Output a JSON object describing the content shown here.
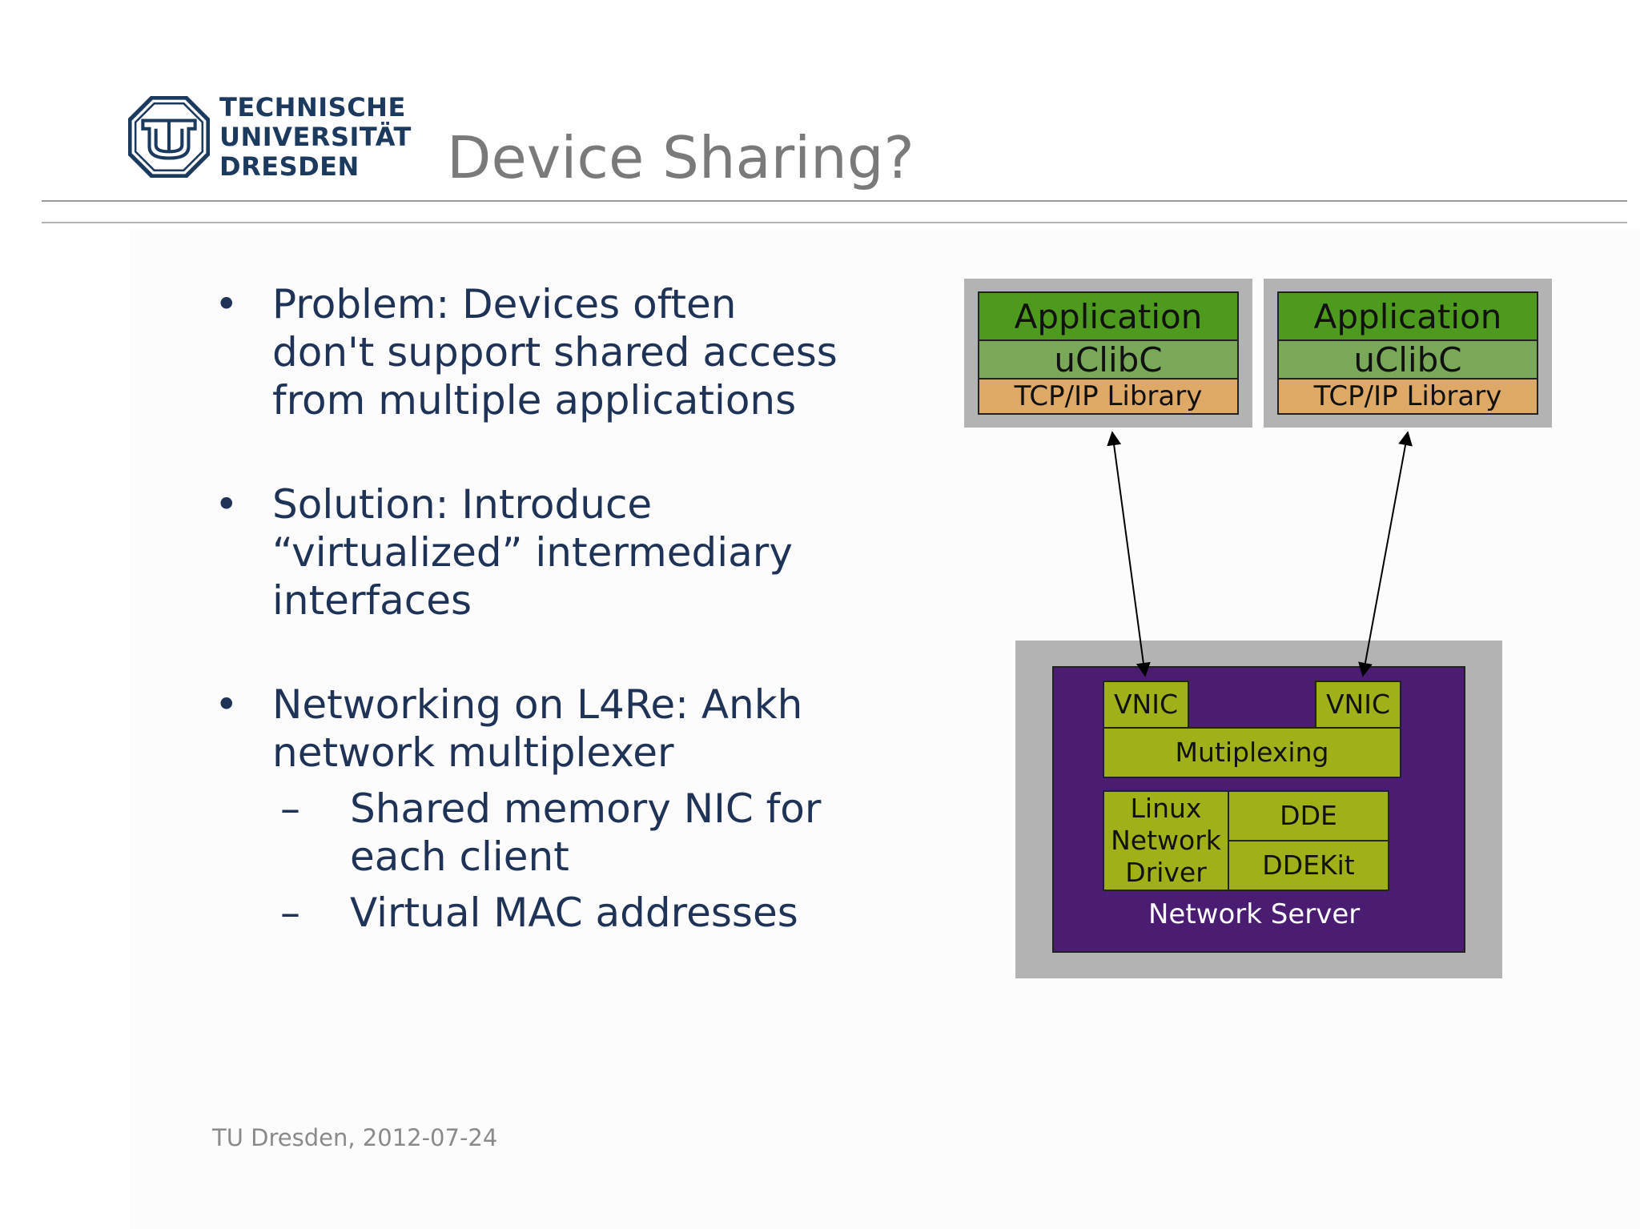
{
  "header": {
    "logo_lines": [
      "TECHNISCHE",
      "UNIVERSITÄT",
      "DRESDEN"
    ],
    "title": "Device Sharing?"
  },
  "bullets": [
    {
      "marker": "•",
      "lines": [
        "Problem: Devices often",
        "don't support shared access",
        "from multiple applications"
      ]
    },
    {
      "marker": "•",
      "lines": [
        "Solution: Introduce",
        "“virtualized” intermediary",
        "interfaces"
      ]
    },
    {
      "marker": "•",
      "lines": [
        "Networking on L4Re: Ankh",
        "network multiplexer"
      ],
      "subitems": [
        {
          "marker": "–",
          "lines": [
            "Shared memory NIC for",
            "each client"
          ]
        },
        {
          "marker": "–",
          "lines": [
            "Virtual MAC addresses"
          ]
        }
      ]
    }
  ],
  "footer": "TU Dresden, 2012-07-24",
  "diagram": {
    "client_left": {
      "app": "Application",
      "libc": "uClibC",
      "tcp": "TCP/IP Library"
    },
    "client_right": {
      "app": "Application",
      "libc": "uClibC",
      "tcp": "TCP/IP Library"
    },
    "server": {
      "vnic_left": "VNIC",
      "vnic_right": "VNIC",
      "multiplexing": "Mutiplexing",
      "driver_lines": [
        "Linux",
        "Network",
        "Driver"
      ],
      "dde": "DDE",
      "ddekit": "DDEKit",
      "label": "Network Server"
    }
  },
  "colors": {
    "application": "#4e9a1e",
    "uclibc": "#78a858",
    "tcp": "#dea867",
    "server": "#4a1c72",
    "server_components": "#9fb019",
    "frame": "#b3b3b3",
    "bullet_text": "#1f3357",
    "title": "#7a7a7a"
  }
}
